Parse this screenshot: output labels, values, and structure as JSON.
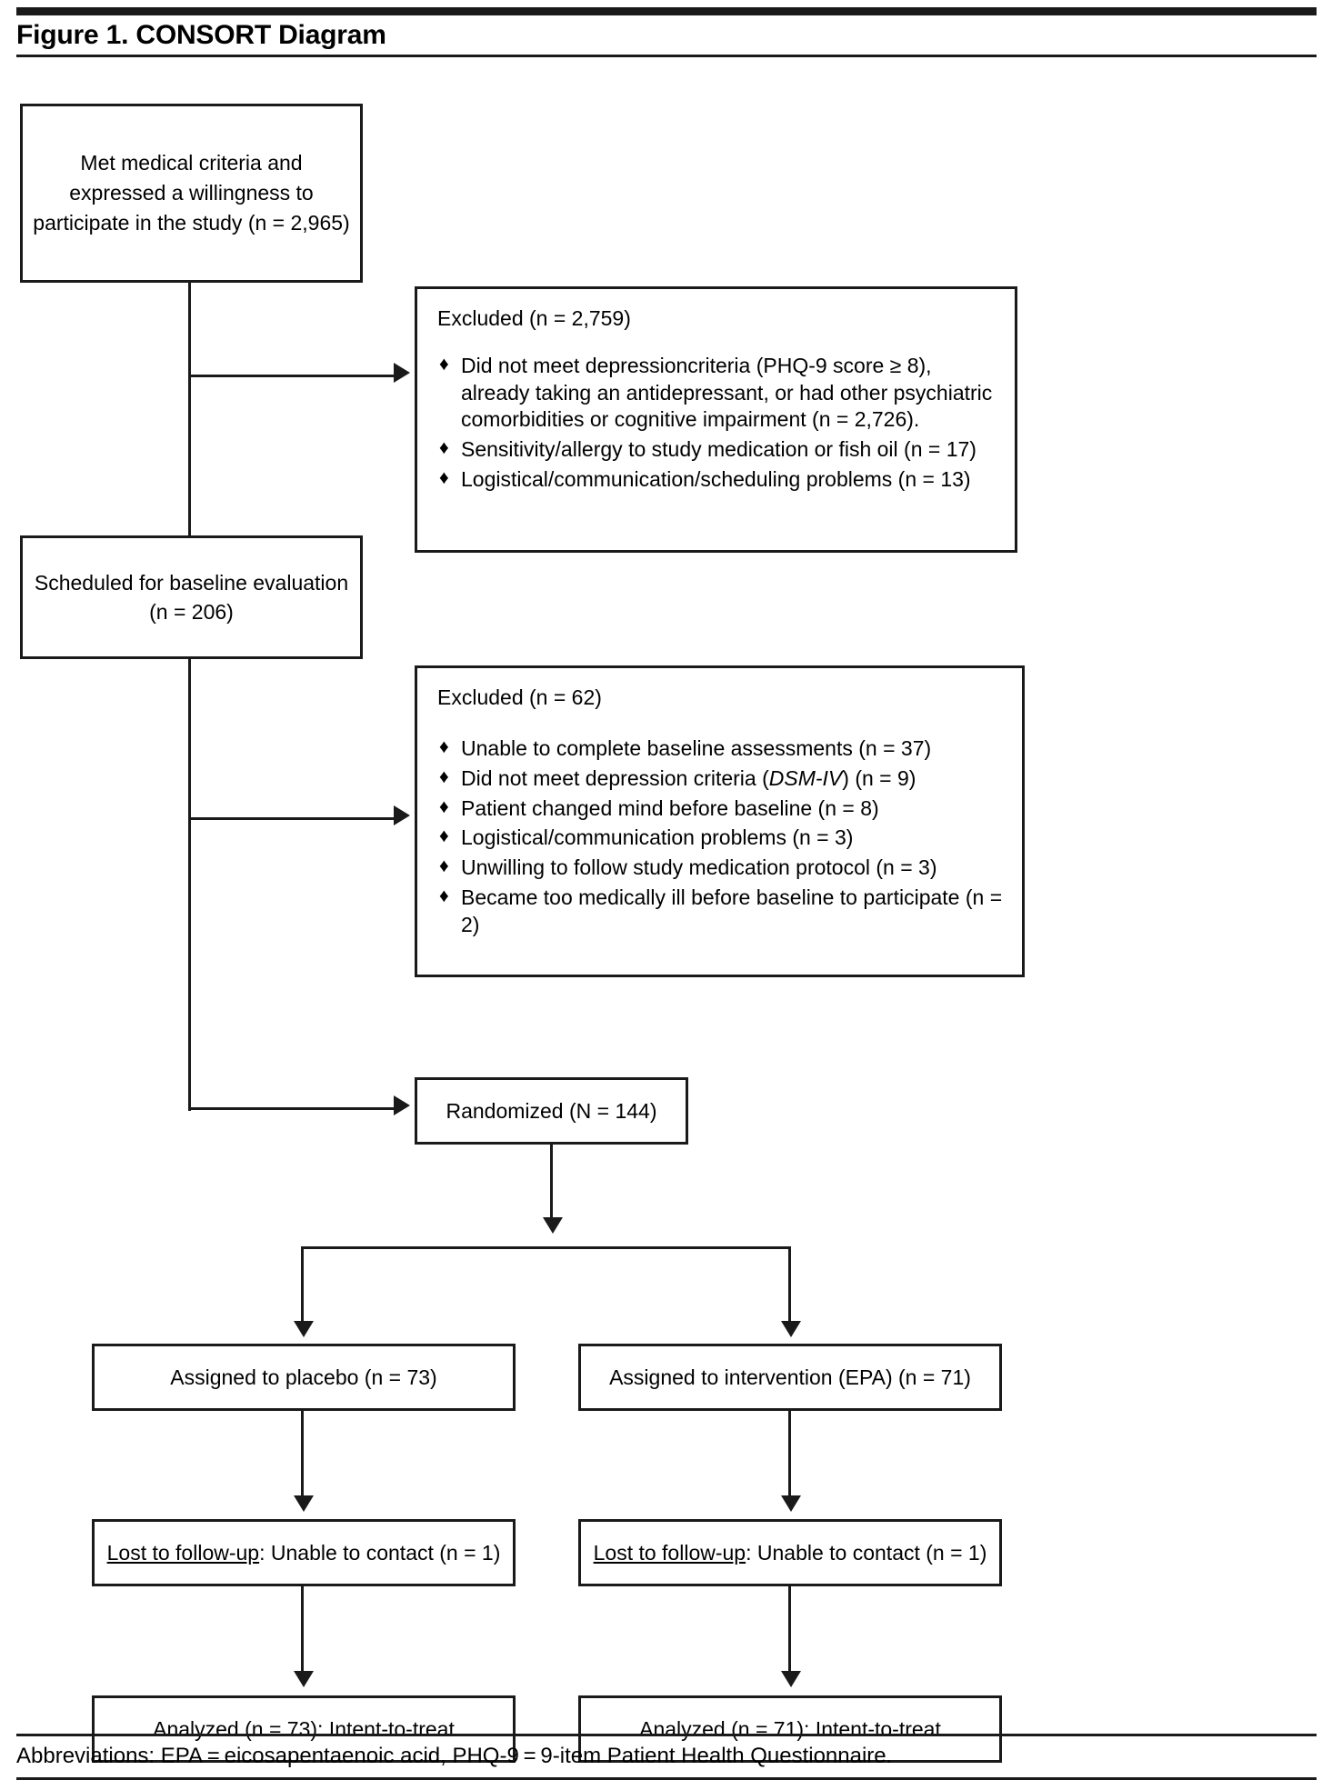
{
  "figure": {
    "title": "Figure 1. CONSORT Diagram",
    "footnote": "Abbreviations: EPA = eicosapentaenoic acid, PHQ-9 = 9-item Patient Health Questionnaire."
  },
  "nodes": {
    "enrollment": "Met medical criteria and expressed a willingness to participate in the study (n = 2,965)",
    "baseline": "Scheduled for baseline evaluation (n = 206)",
    "randomized": "Randomized (N = 144)",
    "assigned_placebo": "Assigned to placebo (n = 73)",
    "assigned_intervention": "Assigned to intervention (EPA) (n = 71)",
    "lost_placebo_label": "Lost to follow-up",
    "lost_placebo_rest": ": Unable to contact (n = 1)",
    "lost_intervention_label": "Lost to follow-up",
    "lost_intervention_rest": ": Unable to contact (n = 1)",
    "analyzed_placebo": "Analyzed (n = 73): Intent-to-treat",
    "analyzed_intervention": "Analyzed (n = 71): Intent-to-treat"
  },
  "excluded_1": {
    "heading": "Excluded (n = 2,759)",
    "items": [
      "Did not meet depressioncriteria (PHQ-9 score ≥ 8), already taking an antidepressant, or had other psychiatric comorbidities or cognitive impairment (n = 2,726).",
      "Sensitivity/allergy to study medication or fish oil (n = 17)",
      "Logistical/communication/scheduling problems (n = 13)"
    ]
  },
  "excluded_2": {
    "heading": "Excluded (n = 62)",
    "items": [
      {
        "pre": "Unable to complete baseline assessments (n = 37)",
        "ital": "",
        "post": ""
      },
      {
        "pre": "Did not meet depression criteria (",
        "ital": "DSM-IV",
        "post": ") (n = 9)"
      },
      {
        "pre": "Patient changed mind before baseline (n = 8)",
        "ital": "",
        "post": ""
      },
      {
        "pre": "Logistical/communication problems (n = 3)",
        "ital": "",
        "post": ""
      },
      {
        "pre": "Unwilling to follow study medication protocol (n = 3)",
        "ital": "",
        "post": ""
      },
      {
        "pre": "Became too medically ill before baseline to participate (n = 2)",
        "ital": "",
        "post": ""
      }
    ]
  },
  "glyphs": {
    "bullet": "♦"
  },
  "colors": {
    "ink": "#1a1a1a",
    "paper": "#ffffff"
  }
}
